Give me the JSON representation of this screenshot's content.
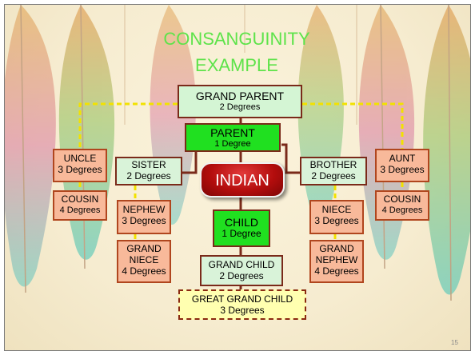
{
  "title": {
    "line1": "CONSANGUINITY",
    "line2": "EXAMPLE"
  },
  "center": {
    "label": "INDIAN"
  },
  "boxes": {
    "grand_parent": {
      "label": "GRAND PARENT",
      "degree": "2 Degrees"
    },
    "parent": {
      "label": "PARENT",
      "degree": "1 Degree"
    },
    "uncle": {
      "label": "UNCLE",
      "degree": "3 Degrees"
    },
    "aunt": {
      "label": "AUNT",
      "degree": "3 Degrees"
    },
    "sister": {
      "label": "SISTER",
      "degree": "2 Degrees"
    },
    "brother": {
      "label": "BROTHER",
      "degree": "2 Degrees"
    },
    "cousin_left": {
      "label": "COUSIN",
      "degree": "4 Degrees"
    },
    "cousin_right": {
      "label": "COUSIN",
      "degree": "4 Degrees"
    },
    "nephew": {
      "label": "NEPHEW",
      "degree": "3 Degrees"
    },
    "niece": {
      "label": "NIECE",
      "degree": "3 Degrees"
    },
    "child": {
      "label": "CHILD",
      "degree": "1 Degree"
    },
    "grand_niece": {
      "line1": "GRAND",
      "line2": "NIECE",
      "degree": "4 Degrees"
    },
    "grand_nephew": {
      "line1": "GRAND",
      "line2": "NEPHEW",
      "degree": "4 Degrees"
    },
    "grand_child": {
      "label": "GRAND CHILD",
      "degree": "2 Degrees"
    },
    "great_grand_child": {
      "label": "GREAT GRAND CHILD",
      "degree": "3 Degrees"
    }
  },
  "page_number": "15",
  "colors": {
    "title": "#5ee34a",
    "green_box": "#20e020",
    "light_box": "#d9f3d9",
    "salmon_box": "#f8b99a",
    "yellow_box": "#ffffb0",
    "box_border": "#7a2a1a",
    "connector": "#7a2a1a",
    "dashed_connector": "#f2e200",
    "center_red": "#b40d0d"
  }
}
